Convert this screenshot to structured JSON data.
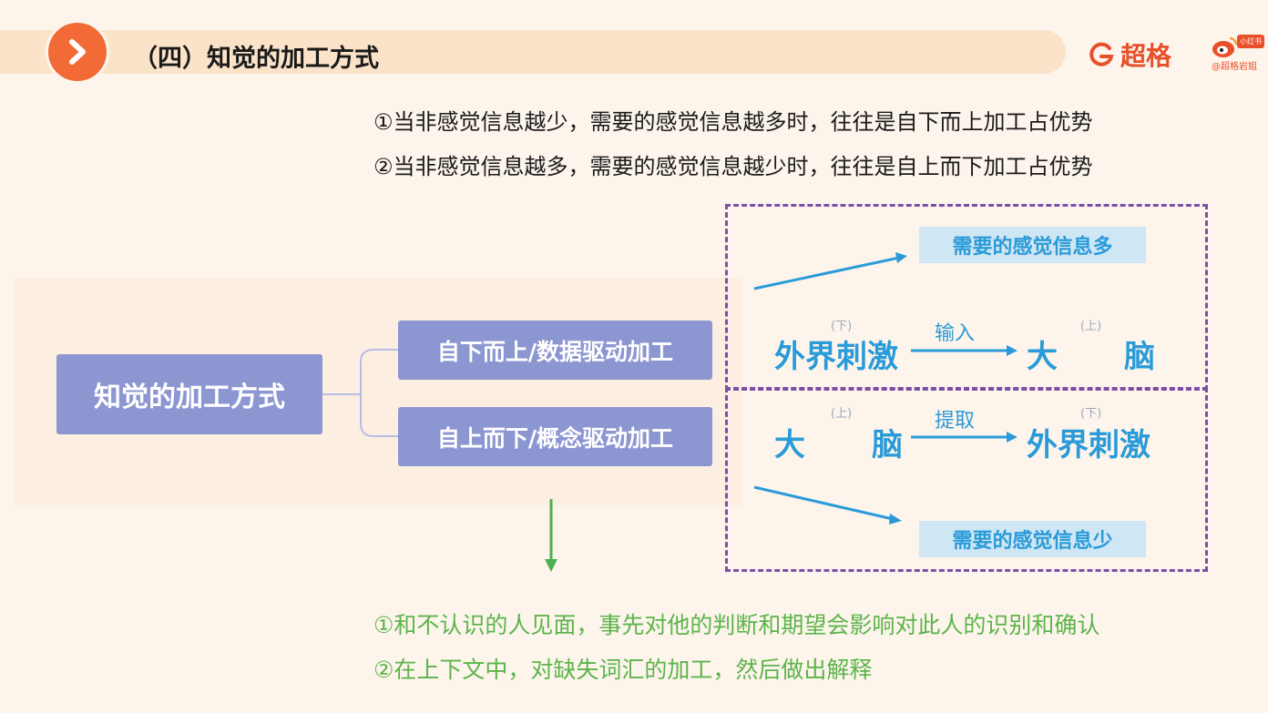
{
  "header": {
    "title": "（四）知觉的加工方式",
    "brand": "超格",
    "badge_handle": "@超格岩姐",
    "badge_tag": "小红书"
  },
  "rules": [
    "①当非感觉信息越少，需要的感觉信息越多时，往往是自下而上加工占优势",
    "②当非感觉信息越多，需要的感觉信息越少时，往往是自上而下加工占优势"
  ],
  "mindmap": {
    "root": "知觉的加工方式",
    "branches": [
      "自下而上/数据驱动加工",
      "自上而下/概念驱动加工"
    ]
  },
  "bottom_up": {
    "label_need": "需要的感觉信息多",
    "source": "外界刺激",
    "source_note": "(下)",
    "action": "输入",
    "target_1": "大",
    "target_2": "脑",
    "target_note": "(上)"
  },
  "top_down": {
    "label_need": "需要的感觉信息少",
    "source_1": "大",
    "source_2": "脑",
    "source_note": "(上)",
    "action": "提取",
    "target": "外界刺激",
    "target_note": "(下)"
  },
  "examples": [
    "①和不认识的人见面，事先对他的判断和期望会影响对此人的识别和确认",
    "②在上下文中，对缺失词汇的加工，然后做出解释"
  ],
  "colors": {
    "accent_orange": "#f26a35",
    "node_purple": "#8c96d1",
    "arrow_blue": "#2a9bd8",
    "dash_purple": "#7b4fa8",
    "example_green": "#5cb44a"
  }
}
